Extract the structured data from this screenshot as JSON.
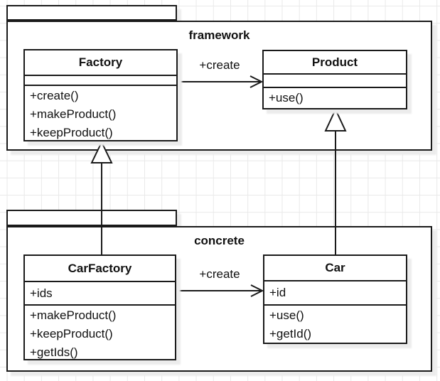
{
  "diagram": {
    "type": "uml-class-diagram",
    "packages": [
      {
        "label": "framework"
      },
      {
        "label": "concrete"
      }
    ],
    "classes": {
      "factory": {
        "name": "Factory",
        "attributes": [],
        "methods": [
          "+create()",
          "+makeProduct()",
          "+keepProduct()"
        ]
      },
      "product": {
        "name": "Product",
        "attributes": [],
        "methods": [
          "+use()"
        ]
      },
      "carfactory": {
        "name": "CarFactory",
        "attributes": [
          "+ids"
        ],
        "methods": [
          "+makeProduct()",
          "+keepProduct()",
          "+getIds()"
        ]
      },
      "car": {
        "name": "Car",
        "attributes": [
          "+id"
        ],
        "methods": [
          "+use()",
          "+getId()"
        ]
      }
    },
    "relations": [
      {
        "type": "association",
        "from": "Factory",
        "to": "Product",
        "label": "+create"
      },
      {
        "type": "association",
        "from": "CarFactory",
        "to": "Car",
        "label": "+create"
      },
      {
        "type": "inheritance",
        "from": "CarFactory",
        "to": "Factory"
      },
      {
        "type": "inheritance",
        "from": "Car",
        "to": "Product"
      }
    ],
    "colors": {
      "background": "#ffffff",
      "grid": "#e9e9e9",
      "border": "#1a1a1a",
      "shadow": "#ececec",
      "text": "#111111"
    }
  }
}
